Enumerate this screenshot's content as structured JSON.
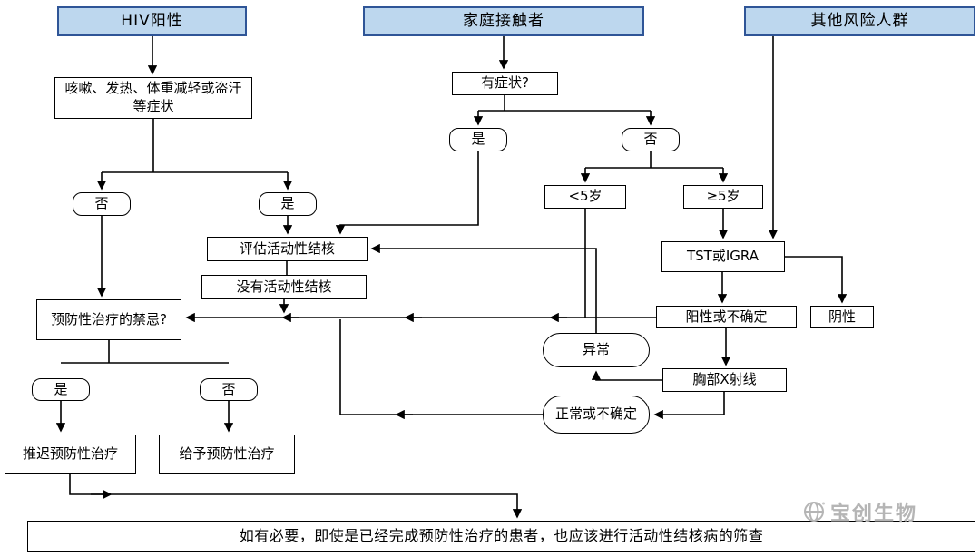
{
  "headers": {
    "hiv": "HIV阳性",
    "household": "家庭接触者",
    "other_risk": "其他风险人群"
  },
  "hiv_branch": {
    "symptoms": "咳嗽、发热、体重减轻或盗汗等症状",
    "symptoms_no": "否",
    "symptoms_yes": "是"
  },
  "assessment": {
    "evaluate_active_tb": "评估活动性结核",
    "no_active_tb": "没有活动性结核"
  },
  "treatment": {
    "contraindication": "预防性治疗的禁忌?",
    "contra_yes": "是",
    "contra_no": "否",
    "postpone": "推迟预防性治疗",
    "give": "给予预防性治疗"
  },
  "household_branch": {
    "symptomatic": "有症状?",
    "yes": "是",
    "no": "否",
    "under5": "<5岁",
    "age5plus": "≥5岁"
  },
  "testing": {
    "tst_igra": "TST或IGRA",
    "negative": "阴性",
    "positive_or_uncertain": "阳性或不确定",
    "chest_xray": "胸部X射线",
    "abnormal": "异常",
    "normal_or_uncertain": "正常或不确定"
  },
  "footer": {
    "note": "如有必要，即使是已经完成预防性治疗的患者，也应该进行活动性结核病的筛查"
  },
  "watermark": {
    "brand": "宝创生物"
  },
  "colors": {
    "header_fill": "#bdd7ee",
    "header_border": "#2f5597",
    "line": "#000000",
    "watermark_gray": "#b5b5b5"
  }
}
